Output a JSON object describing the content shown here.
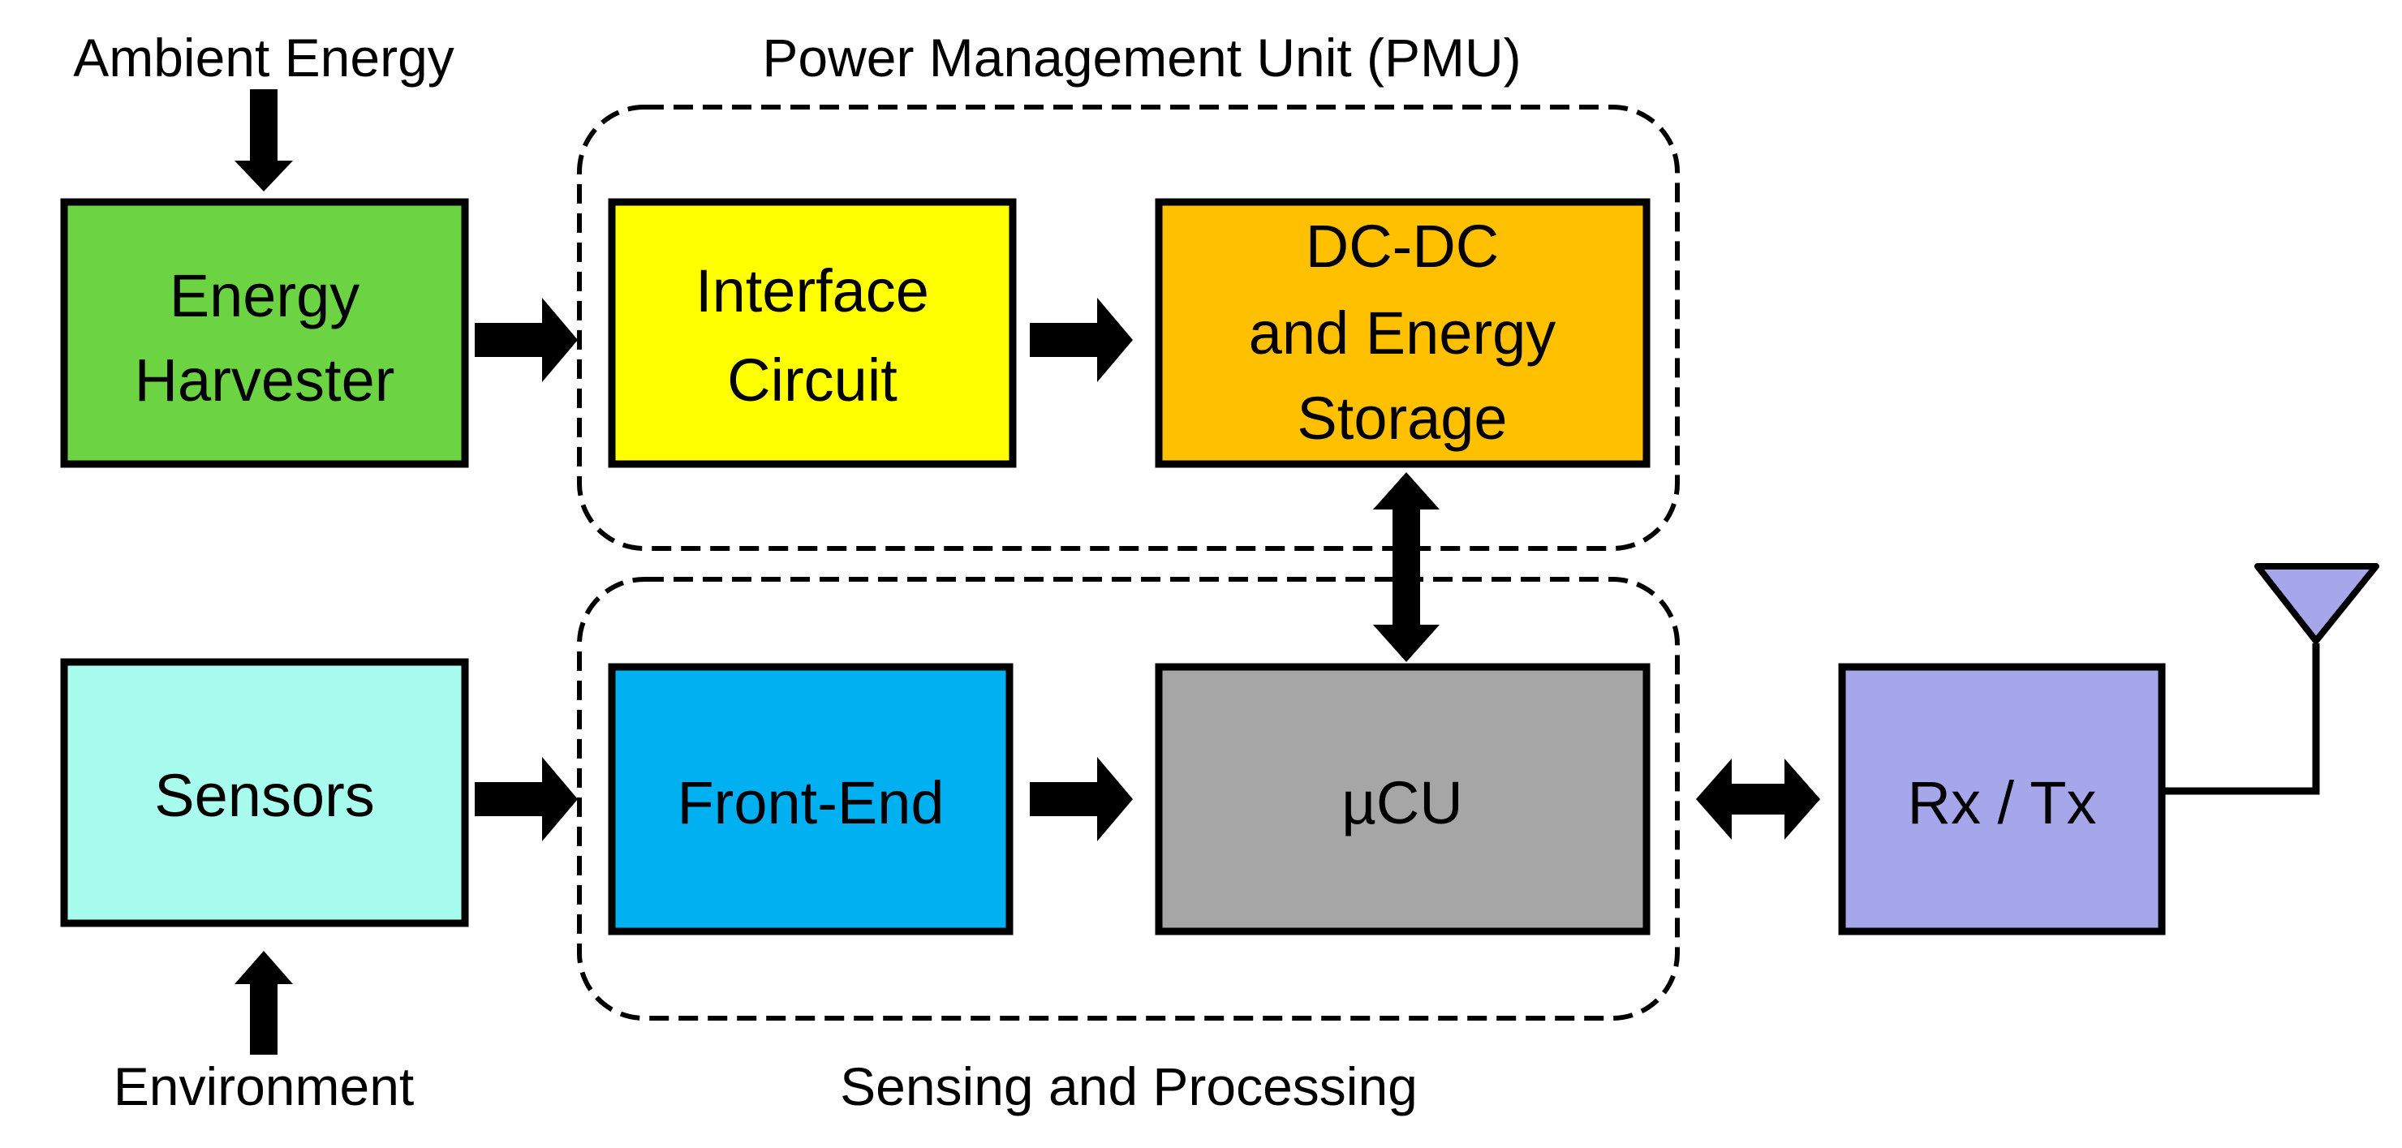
{
  "diagram": {
    "labels": {
      "ambient_energy": "Ambient Energy",
      "environment": "Environment",
      "pmu_group": "Power Management Unit (PMU)",
      "sensing_group": "Sensing and Processing"
    },
    "blocks": {
      "energy_harvester": {
        "lines": [
          "Energy",
          "Harvester"
        ],
        "color": "#6CD443"
      },
      "interface_circuit": {
        "lines": [
          "Interface",
          "Circuit"
        ],
        "color": "#FFFF00"
      },
      "dcdc_storage": {
        "lines": [
          "DC-DC",
          "and Energy",
          "Storage"
        ],
        "color": "#FFC000"
      },
      "sensors": {
        "lines": [
          "Sensors"
        ],
        "color": "#A7FCEE"
      },
      "front_end": {
        "lines": [
          "Front-End"
        ],
        "color": "#00B0F0"
      },
      "mcu": {
        "lines": [
          "µCU"
        ],
        "color": "#A6A6A6"
      },
      "rx_tx": {
        "lines": [
          "Rx / Tx"
        ],
        "color": "#A6A6EA"
      }
    },
    "antenna_color": "#A6A6EA",
    "connections": [
      {
        "from": "Ambient Energy",
        "to": "Energy Harvester",
        "type": "one-way"
      },
      {
        "from": "Energy Harvester",
        "to": "Interface Circuit",
        "type": "one-way"
      },
      {
        "from": "Interface Circuit",
        "to": "DC-DC and Energy Storage",
        "type": "one-way"
      },
      {
        "from": "DC-DC and Energy Storage",
        "to": "µCU",
        "type": "two-way"
      },
      {
        "from": "Environment",
        "to": "Sensors",
        "type": "one-way"
      },
      {
        "from": "Sensors",
        "to": "Front-End",
        "type": "one-way"
      },
      {
        "from": "Front-End",
        "to": "µCU",
        "type": "one-way"
      },
      {
        "from": "µCU",
        "to": "Rx / Tx",
        "type": "two-way"
      },
      {
        "from": "Rx / Tx",
        "to": "Antenna",
        "type": "wire"
      }
    ]
  }
}
